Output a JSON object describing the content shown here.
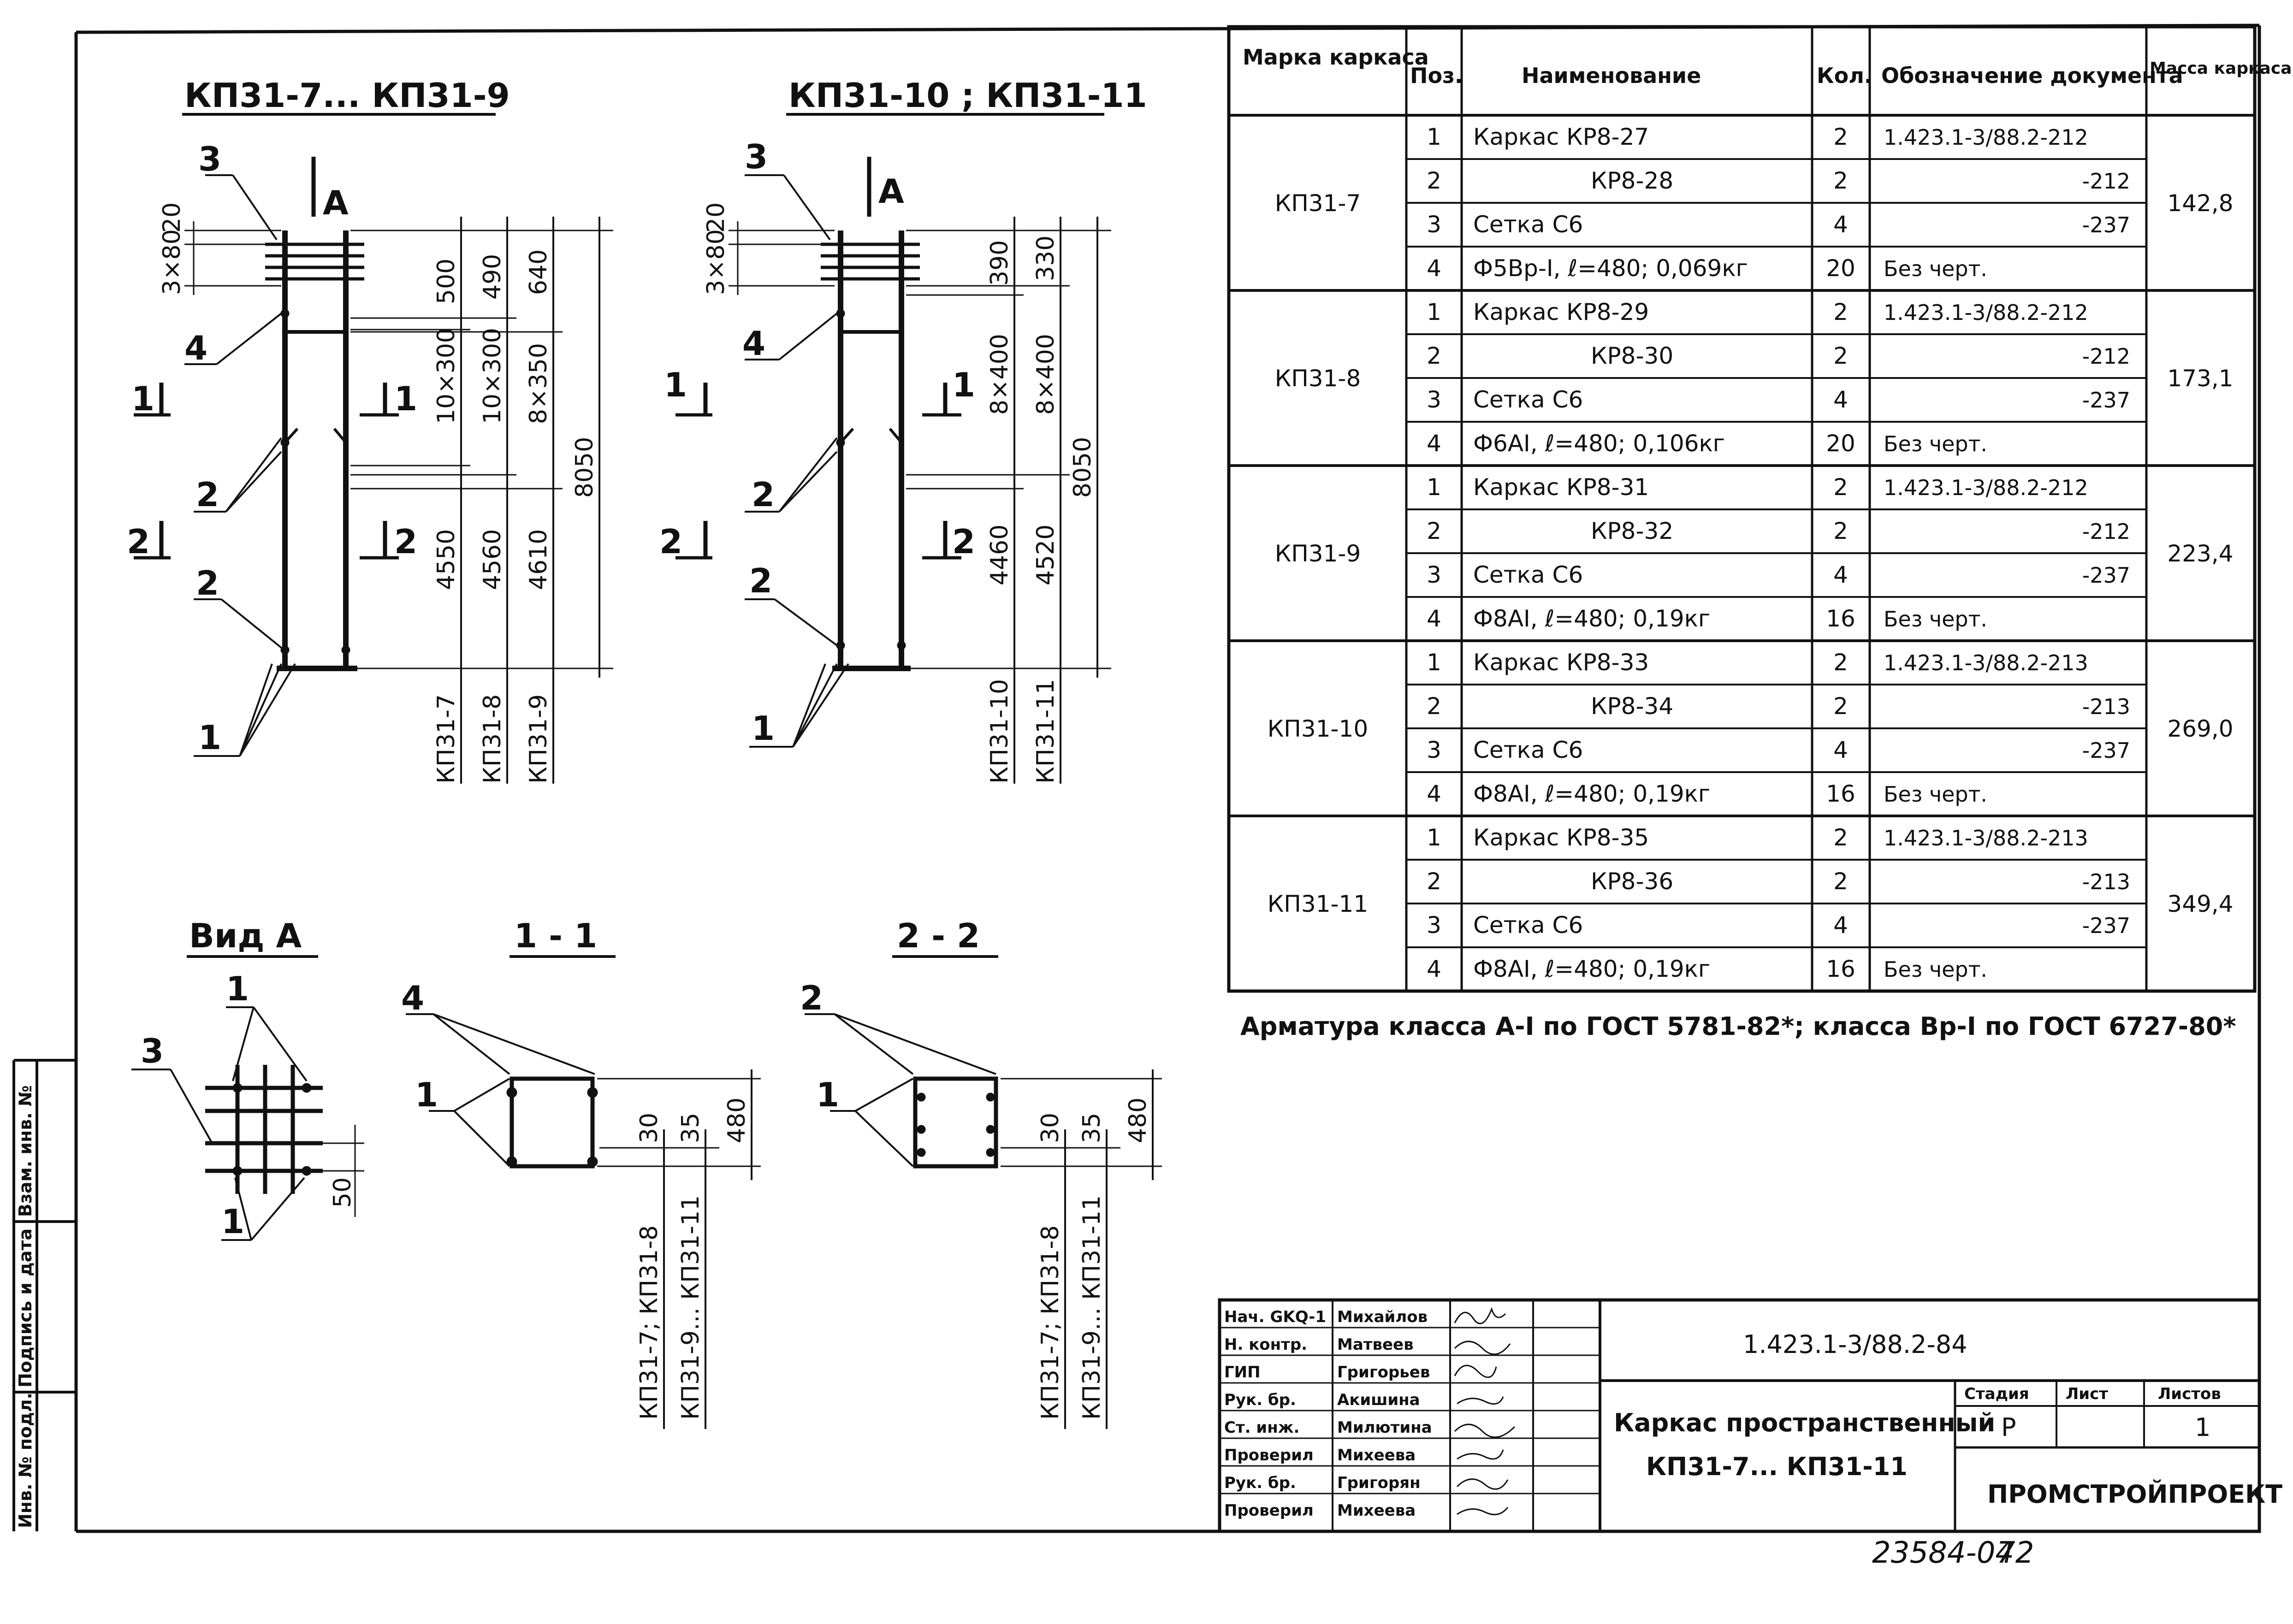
{
  "views": {
    "top_left_title": "КП31-7... КП31-9",
    "top_right_title": "КП31-10 ; КП31-11",
    "section_a": "А",
    "vid_a_title": "Вид А",
    "sec11_title": "1 - 1",
    "sec22_title": "2 - 2",
    "pos": [
      "1",
      "2",
      "3",
      "4"
    ],
    "cut1": "1",
    "cut2": "2",
    "left_dims": {
      "top_small": [
        "20",
        "3×80"
      ],
      "col1": [
        "500",
        "10×300",
        "4550"
      ],
      "col2": [
        "490",
        "10×300",
        "4560"
      ],
      "col3": [
        "640",
        "8×350",
        "4610"
      ],
      "total": "8050",
      "col_labels": [
        "КП31-7",
        "КП31-8",
        "КП31-9"
      ]
    },
    "right_dims": {
      "top_small": [
        "20",
        "3×80"
      ],
      "col1": [
        "390",
        "8×400",
        "4460"
      ],
      "col2": [
        "330",
        "8×400",
        "4520"
      ],
      "total": "8050",
      "col_labels": [
        "КП31-10",
        "КП31-11"
      ]
    },
    "vid_a_dim": "50",
    "sec_dims": [
      "30",
      "35",
      "480"
    ],
    "sec11_labels": [
      "КП31-7; КП31-8",
      "КП31-9... КП31-11"
    ],
    "sec22_labels": [
      "КП31-7; КП31-8",
      "КП31-9... КП31-11"
    ]
  },
  "table": {
    "headers": [
      "Марка каркаса",
      "Поз.",
      "Наименование",
      "Кол.",
      "Обозначение документа",
      "Масса каркаса, кг"
    ],
    "groups": [
      {
        "mark": "КП31-7",
        "mass": "142,8",
        "rows": [
          {
            "pos": "1",
            "name": "Каркас КР8-27",
            "qty": "2",
            "doc": "1.423.1-3/88.2-212"
          },
          {
            "pos": "2",
            "name": "КР8-28",
            "qty": "2",
            "doc": "-212"
          },
          {
            "pos": "3",
            "name": "Сетка С6",
            "qty": "4",
            "doc": "-237"
          },
          {
            "pos": "4",
            "name": "Ф5Вр-I, ℓ=480; 0,069кг",
            "qty": "20",
            "doc": "Без черт."
          }
        ]
      },
      {
        "mark": "КП31-8",
        "mass": "173,1",
        "rows": [
          {
            "pos": "1",
            "name": "Каркас КР8-29",
            "qty": "2",
            "doc": "1.423.1-3/88.2-212"
          },
          {
            "pos": "2",
            "name": "КР8-30",
            "qty": "2",
            "doc": "-212"
          },
          {
            "pos": "3",
            "name": "Сетка С6",
            "qty": "4",
            "doc": "-237"
          },
          {
            "pos": "4",
            "name": "Ф6АI, ℓ=480; 0,106кг",
            "qty": "20",
            "doc": "Без черт."
          }
        ]
      },
      {
        "mark": "КП31-9",
        "mass": "223,4",
        "rows": [
          {
            "pos": "1",
            "name": "Каркас КР8-31",
            "qty": "2",
            "doc": "1.423.1-3/88.2-212"
          },
          {
            "pos": "2",
            "name": "КР8-32",
            "qty": "2",
            "doc": "-212"
          },
          {
            "pos": "3",
            "name": "Сетка С6",
            "qty": "4",
            "doc": "-237"
          },
          {
            "pos": "4",
            "name": "Ф8АI, ℓ=480; 0,19кг",
            "qty": "16",
            "doc": "Без черт."
          }
        ]
      },
      {
        "mark": "КП31-10",
        "mass": "269,0",
        "rows": [
          {
            "pos": "1",
            "name": "Каркас КР8-33",
            "qty": "2",
            "doc": "1.423.1-3/88.2-213"
          },
          {
            "pos": "2",
            "name": "КР8-34",
            "qty": "2",
            "doc": "-213"
          },
          {
            "pos": "3",
            "name": "Сетка С6",
            "qty": "4",
            "doc": "-237"
          },
          {
            "pos": "4",
            "name": "Ф8АI, ℓ=480; 0,19кг",
            "qty": "16",
            "doc": "Без черт."
          }
        ]
      },
      {
        "mark": "КП31-11",
        "mass": "349,4",
        "rows": [
          {
            "pos": "1",
            "name": "Каркас КР8-35",
            "qty": "2",
            "doc": "1.423.1-3/88.2-213"
          },
          {
            "pos": "2",
            "name": "КР8-36",
            "qty": "2",
            "doc": "-213"
          },
          {
            "pos": "3",
            "name": "Сетка С6",
            "qty": "4",
            "doc": "-237"
          },
          {
            "pos": "4",
            "name": "Ф8АI, ℓ=480; 0,19кг",
            "qty": "16",
            "doc": "Без черт."
          }
        ]
      }
    ]
  },
  "note": "Арматура класса А-I по ГОСТ 5781-82*; класса Вр-I по ГОСТ 6727-80*",
  "stamp": {
    "roles": [
      "Нач. GKQ-1",
      "Н. контр.",
      "ГИП",
      "Рук. бр.",
      "Ст. инж.",
      "Проверил",
      "Рук. бр.",
      "Проверил"
    ],
    "names": [
      "Михайлов",
      "Матвеев",
      "Григорьев",
      "Акишина",
      "Милютина",
      "Михеева",
      "Григорян",
      "Михеева"
    ],
    "doc_code": "1.423.1-3/88.2-84",
    "title_line1": "Каркас пространственный",
    "title_line2": "КП31-7... КП31-11",
    "stage_header": "Стадия",
    "sheet_header": "Лист",
    "sheets_header": "Листов",
    "stage": "Р",
    "sheets": "1",
    "org": "ПРОМСТРОЙПРОЕКТ"
  },
  "side_strip": [
    "Инв. № подл.",
    "Подпись и дата",
    "Взам. инв. №"
  ],
  "archive_no": "23584-04",
  "archive_sheet": "72"
}
